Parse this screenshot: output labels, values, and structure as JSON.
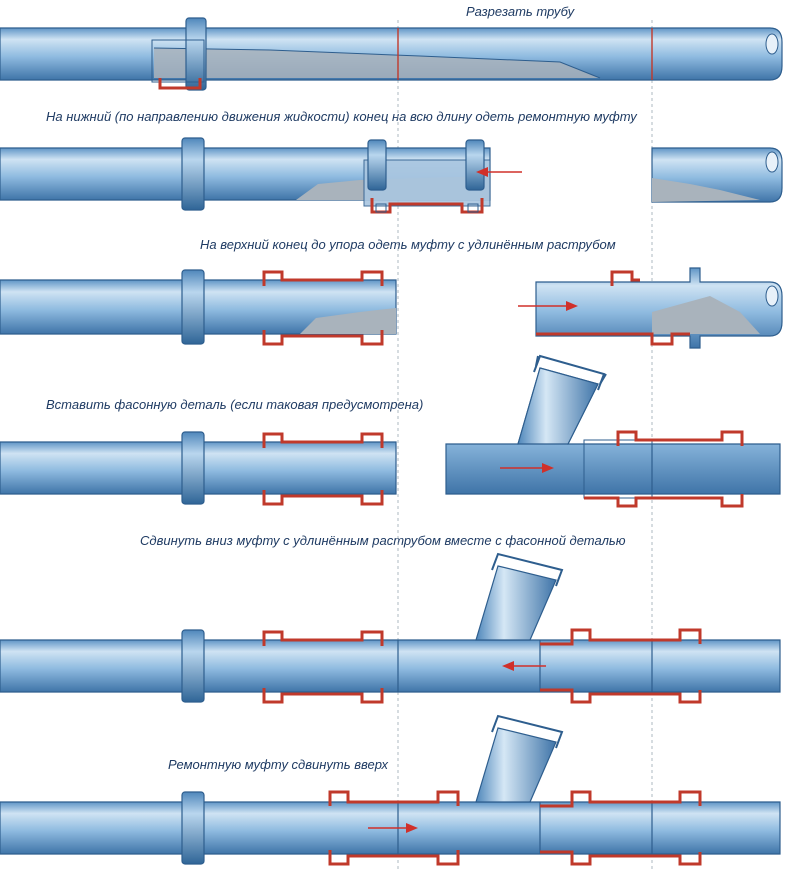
{
  "steps": [
    {
      "caption": "Разрезать трубу"
    },
    {
      "caption": "На нижний (по направлению движения жидкости) конец на всю длину одеть ремонтную муфту"
    },
    {
      "caption": "На верхний конец до упора одеть муфту с удлинённым раструбом"
    },
    {
      "caption": "Вставить фасонную деталь (если таковая предусмотрена)"
    },
    {
      "caption": "Сдвинуть вниз муфту с удлинённым раструбом вместе с фасонной деталью"
    },
    {
      "caption": "Ремонтную муфту сдвинуть вверх"
    }
  ],
  "colors": {
    "pipe_light": "#cfe3f3",
    "pipe_mid": "#7fb0d8",
    "pipe_dark": "#4f87bb",
    "pipe_outline": "#2e5e8e",
    "coupling_red": "#c0392b",
    "arrow_red": "#d0302a",
    "cut_line_gray": "#9aa7b3",
    "cut_line_red": "#c0392b",
    "inner_gray": "#a9b3bc",
    "caption_text": "#1f3b63"
  },
  "icons": [
    "flow-arrow-icon",
    "cut-mark-icon"
  ]
}
